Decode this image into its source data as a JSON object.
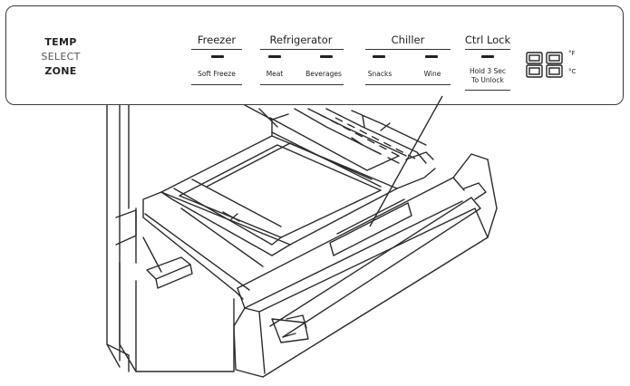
{
  "panel": {
    "zone_title": {
      "line1": "TEMP",
      "line2": "SELECT",
      "line3": "ZONE"
    },
    "categories": {
      "freezer": "Freezer",
      "refrigerator": "Refrigerator",
      "chiller": "Chiller",
      "ctrl_lock": "Ctrl Lock"
    },
    "options": {
      "soft_freeze": "Soft Freeze",
      "meat": "Meat",
      "beverages": "Beverages",
      "snacks": "Snacks",
      "wine": "Wine"
    },
    "lock_note": {
      "line1": "Hold 3 Sec",
      "line2": "To Unlock"
    },
    "display": {
      "unit_f": "°F",
      "unit_c": "°C"
    }
  }
}
